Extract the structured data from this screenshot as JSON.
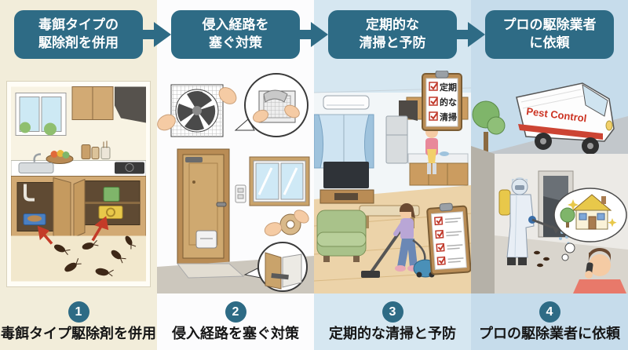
{
  "colors": {
    "teal": "#2e6b85",
    "red": "#c43b28",
    "col1_bg": "#f2edda",
    "col2_bg": "#fcfcfd",
    "col3_bg": "#d6e7f1",
    "col4_bg": "#c6dceb"
  },
  "steps": [
    {
      "number": "1",
      "header_line1": "毒餌タイプの",
      "header_line2": "駆除剤を併用",
      "caption": "毒餌タイプ駆除剤を併用"
    },
    {
      "number": "2",
      "header_line1": "侵入経路を",
      "header_line2": "塞ぐ対策",
      "caption": "侵入経路を塞ぐ対策"
    },
    {
      "number": "3",
      "header_line1": "定期的な",
      "header_line2": "清掃と予防",
      "caption": "定期的な清掃と予防"
    },
    {
      "number": "4",
      "header_line1": "プロの駆除業者",
      "header_line2": "に依頼",
      "caption": "プロの駆除業者に依頼"
    }
  ],
  "illustrations": {
    "step3_clipboard_lines": [
      "定期",
      "的な",
      "清掃"
    ],
    "step4_van_label": "Pest Control"
  }
}
